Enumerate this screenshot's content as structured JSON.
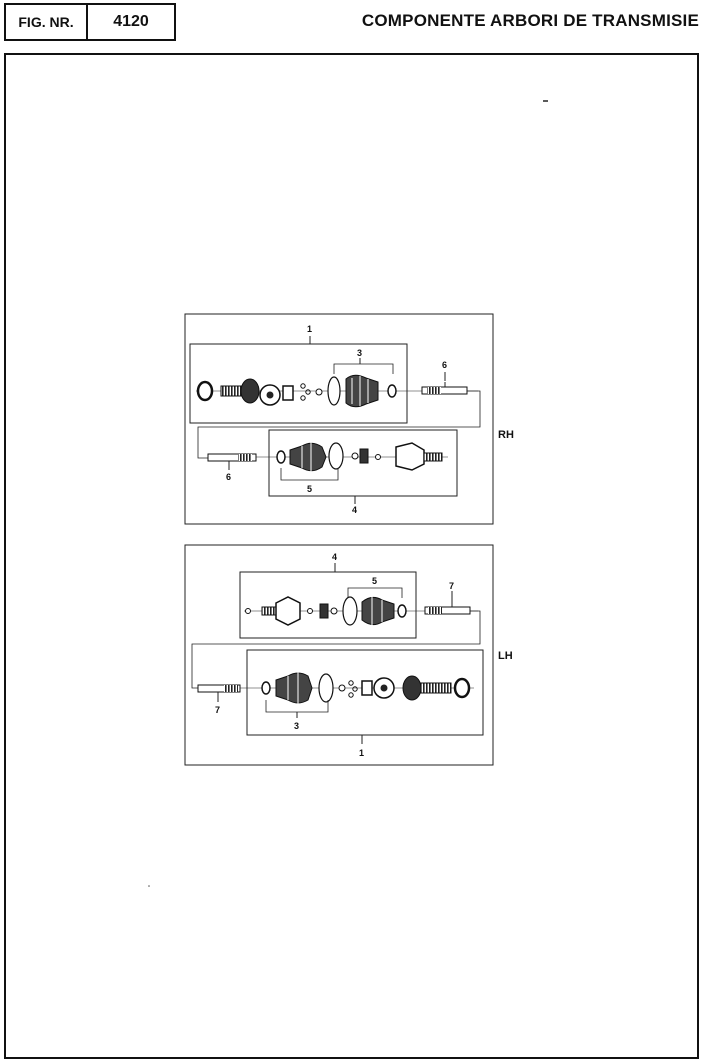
{
  "header": {
    "fig_label": "FIG. NR.",
    "fig_number": "4120",
    "title": "COMPONENTE ARBORI DE TRANSMISIE"
  },
  "rh": {
    "side_label": "RH",
    "callouts": {
      "assembly": "1",
      "boot_kit": "3",
      "shaft": "6",
      "inner_joint": "5",
      "inner_assembly": "4",
      "shaft_lower": "6"
    }
  },
  "lh": {
    "side_label": "LH",
    "callouts": {
      "inner_assembly": "4",
      "inner_joint": "5",
      "shaft": "7",
      "shaft_lower": "7",
      "boot_kit": "3",
      "assembly": "1"
    }
  }
}
